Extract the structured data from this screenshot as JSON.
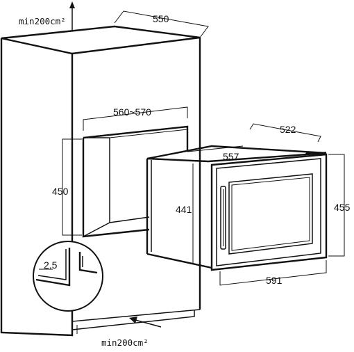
{
  "notes": {
    "top_ventilation": "min200cm²",
    "bottom_ventilation": "min200cm²"
  },
  "dimensions": {
    "cabinet_depth": "550",
    "niche_width": "560~570",
    "niche_height": "450",
    "detail_gap": "2.5",
    "appliance_depth": "522",
    "appliance_width_top": "557",
    "appliance_body_height": "441",
    "appliance_front_height": "455",
    "appliance_front_width": "591"
  }
}
